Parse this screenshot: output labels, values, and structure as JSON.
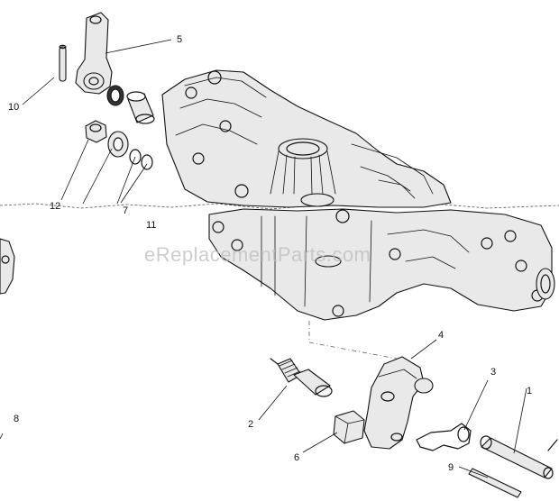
{
  "watermark": "eReplacementParts.com",
  "callouts": [
    "1",
    "2",
    "3",
    "4",
    "5",
    "6",
    "7",
    "8",
    "9",
    "10",
    "11",
    "12"
  ]
}
